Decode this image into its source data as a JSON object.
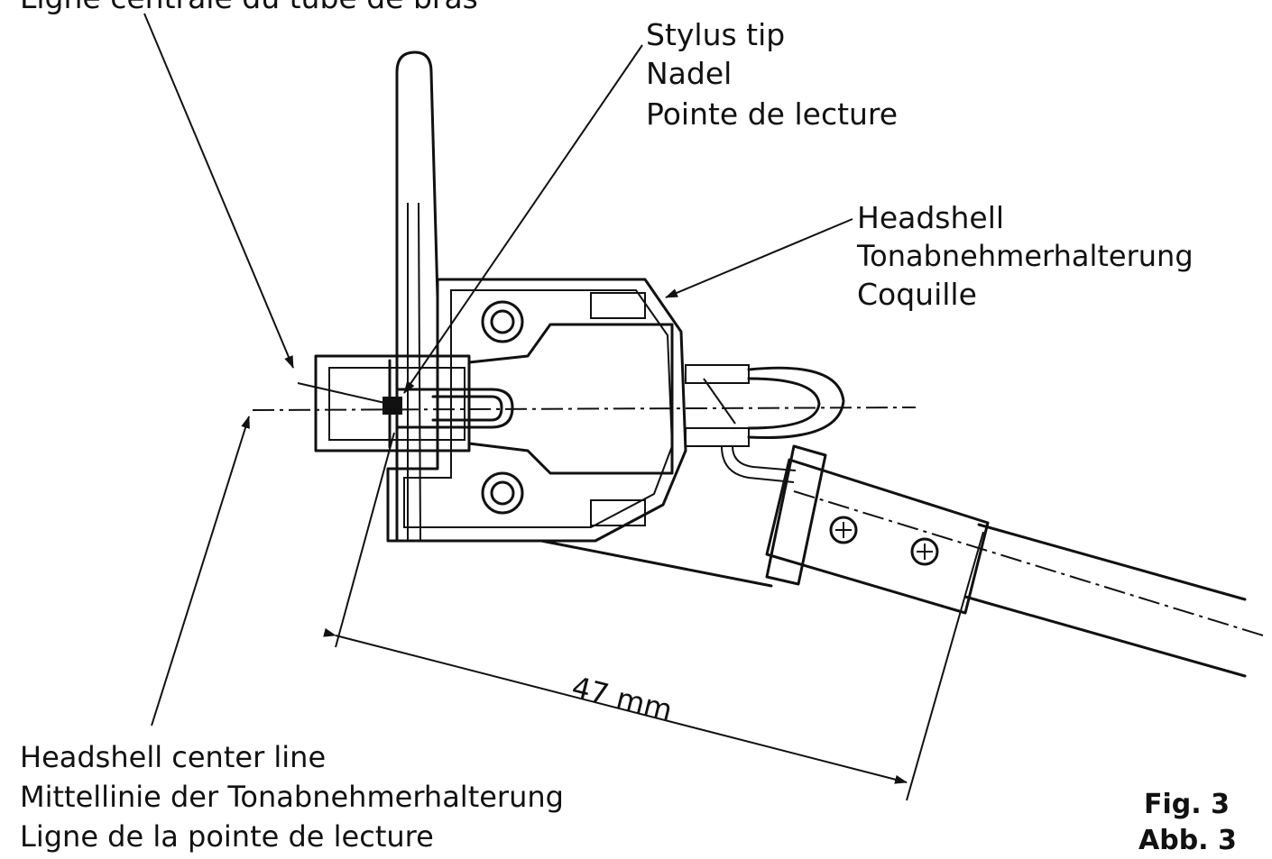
{
  "labels": {
    "arm_center_fr": "Ligne centrale du tube de bras",
    "stylus_en": "Stylus tip",
    "stylus_de": "Nadel",
    "stylus_fr": "Pointe de lecture",
    "headshell_en": "Headshell",
    "headshell_de": "Tonabnehmerhalterung",
    "headshell_fr": "Coquille",
    "centerline_en": "Headshell center line",
    "centerline_de": "Mittellinie der Tonabnehmerhalterung",
    "centerline_fr": "Ligne de la pointe de lecture",
    "dimension": "47 mm",
    "fig_en": "Fig. 3",
    "fig_de": "Abb. 3"
  }
}
